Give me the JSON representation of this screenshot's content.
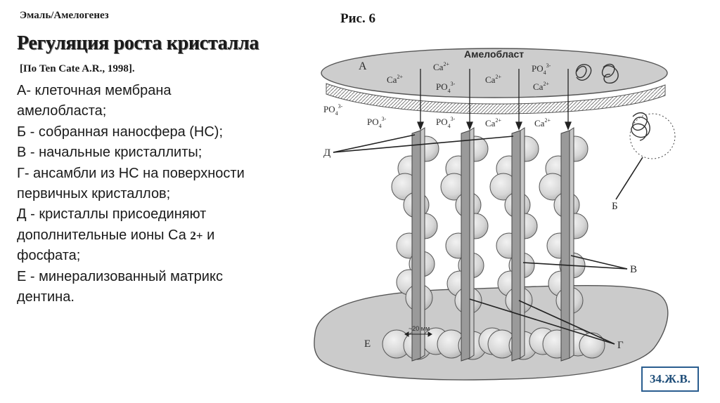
{
  "header": {
    "topic": "Эмаль/Амелогенез",
    "figure": "Рис. 6"
  },
  "title": "Регуляция роста кристалла",
  "citation": "[По Ten Cate A.R., 1998].",
  "legend": {
    "a1": "А- клеточная мембрана",
    "a2": "амелобласта;",
    "b": "Б - собранная наносфера (НС);",
    "v": "В - начальные кристаллиты;",
    "g1": "Г- ансамбли из НС на поверхности",
    "g2": "первичных кристаллов;",
    "d1": "Д - кристаллы присоединяют",
    "d2_pre": "дополнительные  ионы Са ",
    "d2_sup": "2+",
    "d2_post": " и",
    "d3": "фосфата;",
    "e1": "Е - минерализованный матрикс",
    "e2": "дентина."
  },
  "diagram": {
    "ameloblast_label": "Амелобласт",
    "label_a": "А",
    "label_b": "Б",
    "label_v": "В",
    "label_g": "Г",
    "label_d": "Д",
    "label_e": "Е",
    "scale_label": "~20 мм",
    "ion_ca": "Ca",
    "ion_ca_charge": "2+",
    "ion_po4": "PO",
    "ion_po4_sub": "4",
    "ion_po4_charge": "3-"
  },
  "badge": "34.Ж.В."
}
